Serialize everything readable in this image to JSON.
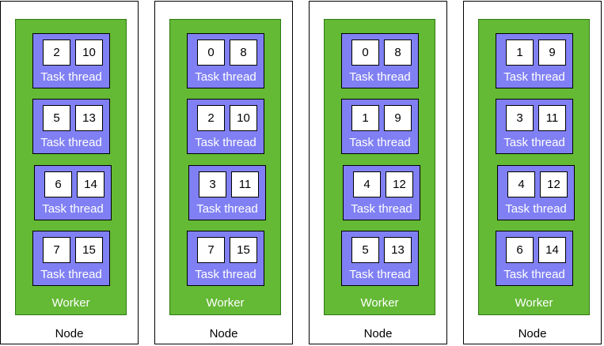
{
  "colors": {
    "worker": "#64b935",
    "thread": "#8080f4"
  },
  "nodes": [
    {
      "label": "Node",
      "worker": "Worker",
      "threads": [
        {
          "label": "Task thread",
          "tasks": [
            "2",
            "10"
          ]
        },
        {
          "label": "Task thread",
          "tasks": [
            "5",
            "13"
          ]
        },
        {
          "label": "Task thread",
          "tasks": [
            "6",
            "14"
          ]
        },
        {
          "label": "Task thread",
          "tasks": [
            "7",
            "15"
          ]
        }
      ]
    },
    {
      "label": "Node",
      "worker": "Worker",
      "threads": [
        {
          "label": "Task thread",
          "tasks": [
            "0",
            "8"
          ]
        },
        {
          "label": "Task thread",
          "tasks": [
            "2",
            "10"
          ]
        },
        {
          "label": "Task thread",
          "tasks": [
            "3",
            "11"
          ]
        },
        {
          "label": "Task thread",
          "tasks": [
            "7",
            "15"
          ]
        }
      ]
    },
    {
      "label": "Node",
      "worker": "Worker",
      "threads": [
        {
          "label": "Task thread",
          "tasks": [
            "0",
            "8"
          ]
        },
        {
          "label": "Task thread",
          "tasks": [
            "1",
            "9"
          ]
        },
        {
          "label": "Task thread",
          "tasks": [
            "4",
            "12"
          ]
        },
        {
          "label": "Task thread",
          "tasks": [
            "5",
            "13"
          ]
        }
      ]
    },
    {
      "label": "Node",
      "worker": "Worker",
      "threads": [
        {
          "label": "Task thread",
          "tasks": [
            "1",
            "9"
          ]
        },
        {
          "label": "Task thread",
          "tasks": [
            "3",
            "11"
          ]
        },
        {
          "label": "Task thread",
          "tasks": [
            "4",
            "12"
          ]
        },
        {
          "label": "Task thread",
          "tasks": [
            "6",
            "14"
          ]
        }
      ]
    }
  ]
}
